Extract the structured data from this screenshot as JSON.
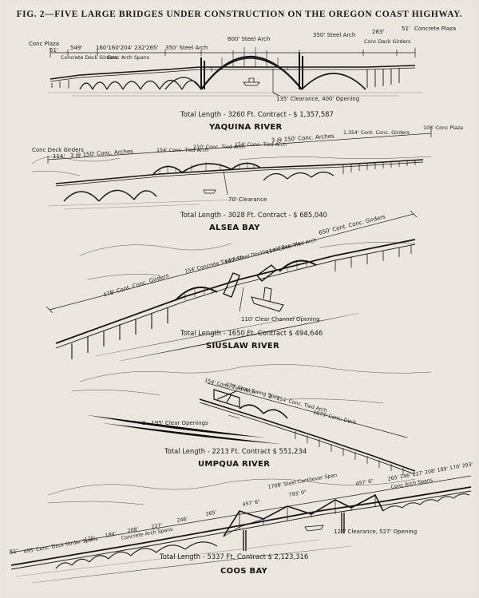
{
  "figure_title": "FIG. 2—FIVE LARGE BRIDGES UNDER CONSTRUCTION ON THE OREGON COAST HIGHWAY.",
  "bridges": [
    {
      "name": "YAQUINA RIVER",
      "total": "Total Length - 3260 Ft. Contract - $ 1,357,587",
      "labels": {
        "conc_plaza_left": "Conc Plaza",
        "d51_left": "51'",
        "d549": "549'",
        "conc_deck_girders_left": "Concrete Deck Girders",
        "d160_160_204_232": "160'160'204' 232'",
        "d265": "265'",
        "conc_arch_spans": "Conc Arch Spans",
        "steel_arch_350_left": "350' Steel Arch",
        "steel_arch_600": "600' Steel Arch",
        "steel_arch_350_right": "350' Steel Arch",
        "d283": "283'",
        "conc_deck_girders_right": "Conc Deck Girders",
        "d51_right": "51'",
        "concrete_plaza_right": "Concrete Plaza",
        "clearance": "135' Clearance, 400' Opening"
      }
    },
    {
      "name": "ALSEA BAY",
      "total": "Total Length - 3028 Ft. Contract - $ 685,040",
      "labels": {
        "conc_deck_girders": "Conc Deck Girders",
        "d114": "114'",
        "conc_arches": "3 @ 150' Conc. Arches",
        "tied_arch_154_left": "154' Conc. Tied Arch",
        "tied_arch_210": "210' Conc. Tied Arch",
        "tied_arch_154_right": "154' Conc. Tied Arch",
        "conc_arches_right": "3 @ 150' Conc. Arches",
        "girders_1354": "1,354' Cont. Conc. Girders",
        "conc_plaza": "108' Conc Plaza",
        "clearance": "70' Clearance"
      }
    },
    {
      "name": "SIUSLAW RIVER",
      "total": "Total Length - 1650 Ft. Contract $ 494,646",
      "labels": {
        "girders_478": "478' Cont. Conc. Girders",
        "tied_arch_154_left": "154' Concrete Tied Arch",
        "bascule": "140' Steel Double Leaf Bascule",
        "tied_arch_154_right": "154' Conc. Tied Arch",
        "girders_650": "650' Cont. Conc. Girders",
        "clearance": "110' Clear Channel Opening"
      }
    },
    {
      "name": "UMPQUA RIVER",
      "total": "Total Length - 2213 Ft. Contract $ 551,234",
      "labels": {
        "tied_arch_154": "154' Conc. Tied Arch",
        "swing_span": "430' Steel Swing Span",
        "tied_arch_2_154": "2 - 154' Conc. Tied Arch",
        "conc_deck": "1073' Conc. Deck",
        "clear_openings": "2 - 195' Clear Openings"
      }
    },
    {
      "name": "COOS BAY",
      "total": "Total Length - 5337 Ft. Contract $ 2,123,316",
      "labels": {
        "d81": "81'",
        "girder_spans": "495' Conc. Deck Girder Spans",
        "d170": "170'",
        "d189": "189'",
        "d208": "208'",
        "d227": "227'",
        "conc_arch_spans_left": "Concrete Arch Spans",
        "d246": "246'",
        "d265": "265'",
        "d457_6_left": "457' 6\"",
        "cantilever": "1708' Steel Cantilever Span",
        "d793": "793' 0\"",
        "d457_6_right": "457' 6\"",
        "right_spans": "265' 246' 227' 208' 189' 170' 293'",
        "conc_arch_spans_right": "Conc Arch Spans",
        "clearance": "120' Clearance, 527' Opening"
      }
    }
  ]
}
